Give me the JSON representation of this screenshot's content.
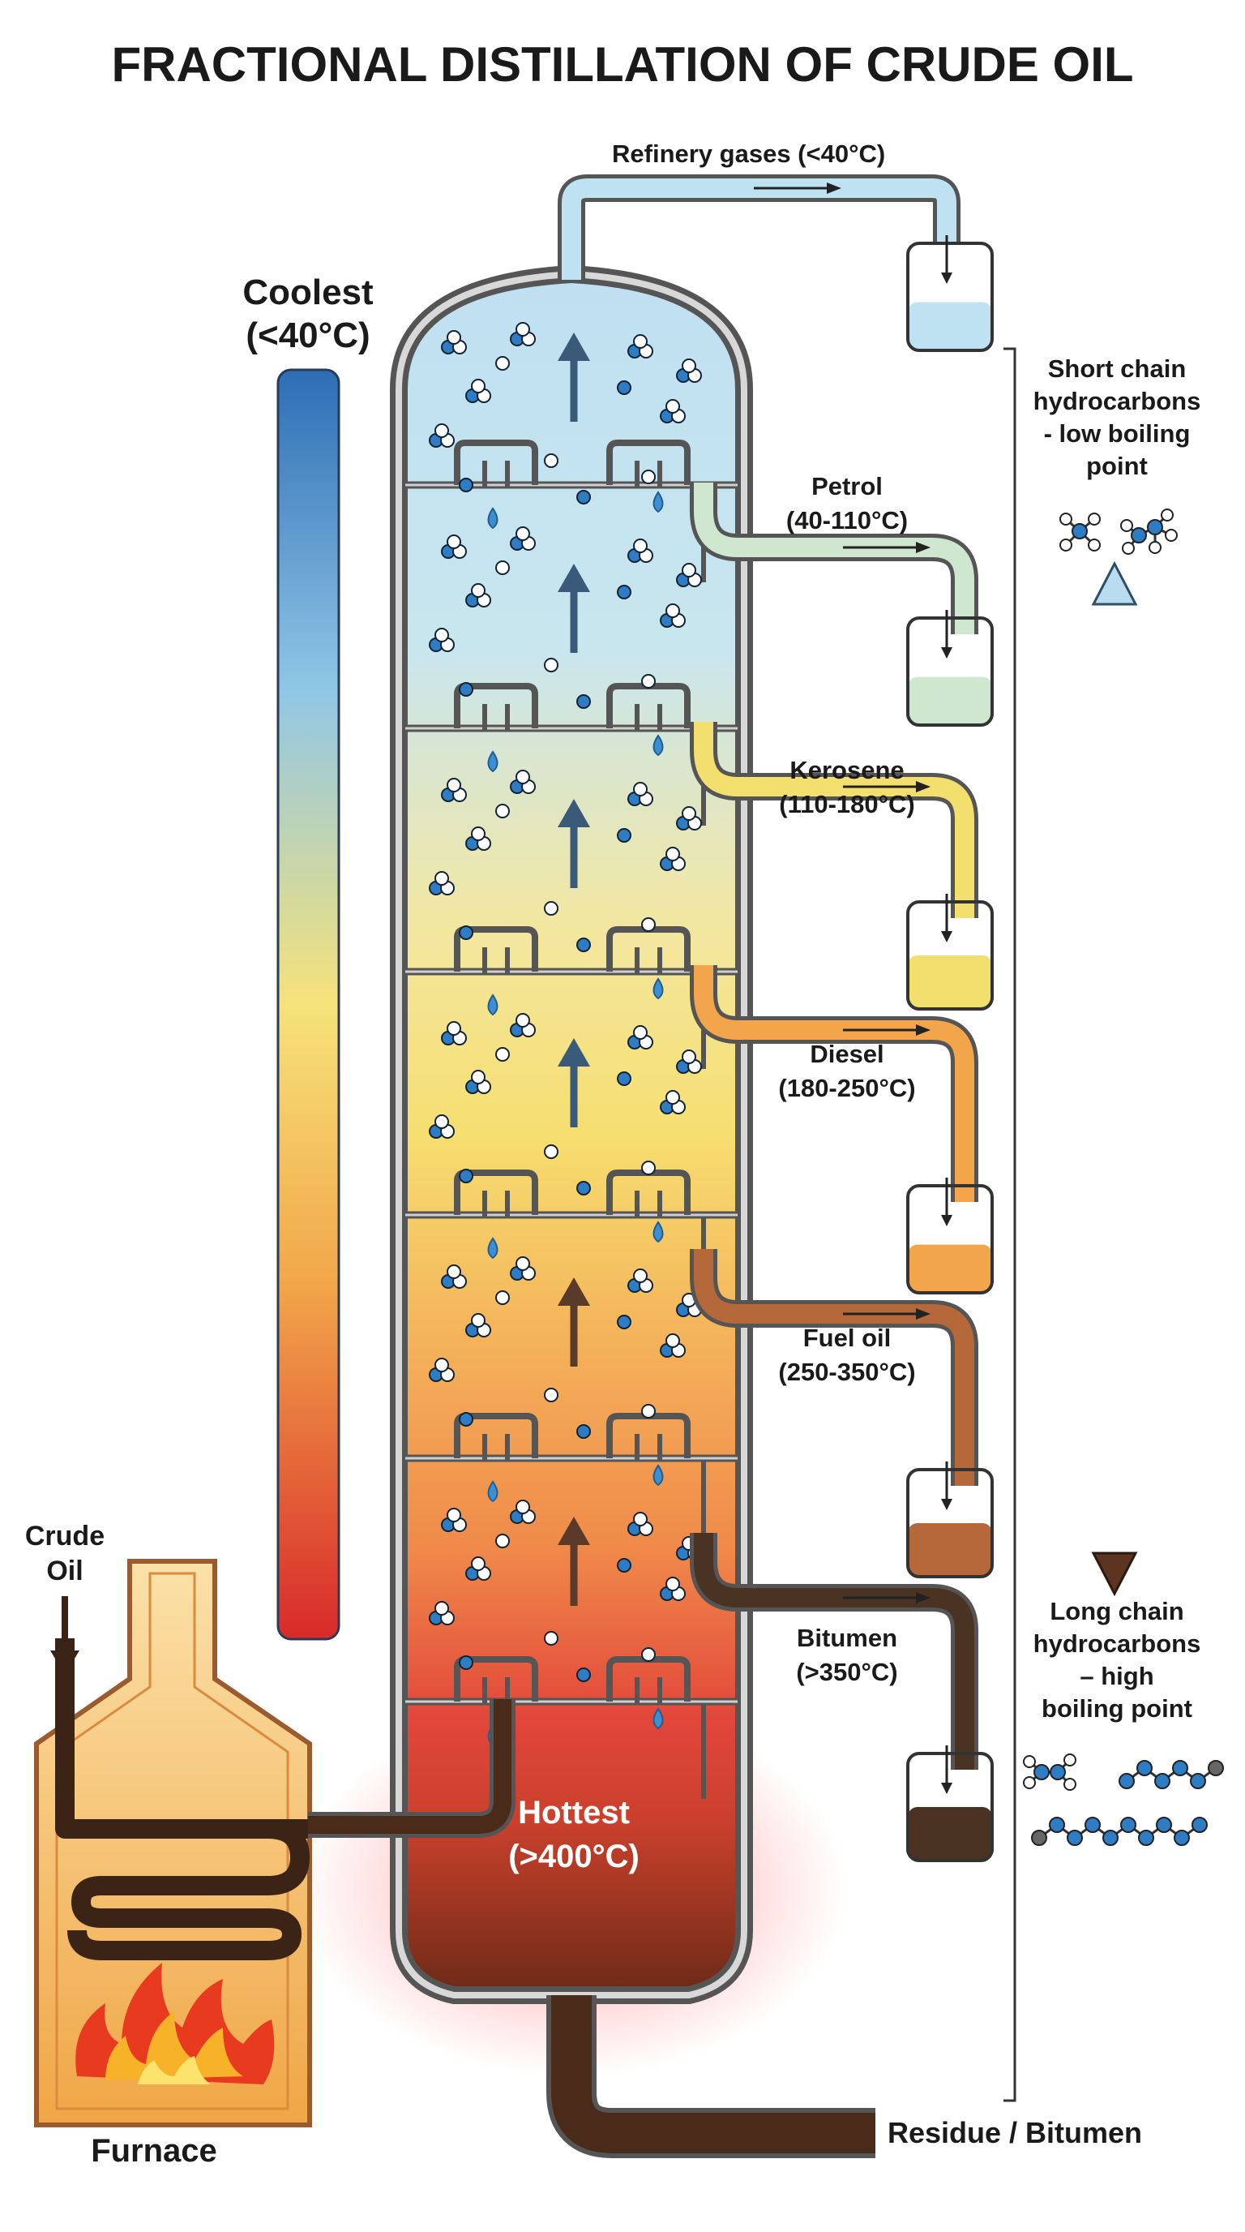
{
  "title": "FRACTIONAL DISTILLATION OF CRUDE OIL",
  "gradient_bar": {
    "top_label_line1": "Coolest",
    "top_label_line2": "(<40°C)",
    "colors": [
      "#2d6db5",
      "#8fc6e6",
      "#f6e27a",
      "#f2a64a",
      "#d82a2a"
    ]
  },
  "column": {
    "hottest_line1": "Hottest",
    "hottest_line2": "(>400°C)"
  },
  "feed": {
    "crude_line1": "Crude",
    "crude_line2": "Oil",
    "furnace": "Furnace"
  },
  "products": [
    {
      "name": "Refinery gases (<40°C)",
      "line1": "Refinery gases (<40°C)",
      "line2": "",
      "color": "#bfe2f3",
      "fill_level": 0.45
    },
    {
      "name": "Petrol",
      "line1": "Petrol",
      "line2": "(40-110°C)",
      "color": "#cfe6cf",
      "fill_level": 0.45
    },
    {
      "name": "Kerosene",
      "line1": "Kerosene",
      "line2": "(110-180°C)",
      "color": "#f3df6e",
      "fill_level": 0.5
    },
    {
      "name": "Diesel",
      "line1": "Diesel",
      "line2": "(180-250°C)",
      "color": "#f2a54b",
      "fill_level": 0.45
    },
    {
      "name": "Fuel oil",
      "line1": "Fuel oil",
      "line2": "(250-350°C)",
      "color": "#b5683a",
      "fill_level": 0.5
    },
    {
      "name": "Bitumen",
      "line1": "Bitumen",
      "line2": "(>350°C)",
      "color": "#4a3322",
      "fill_level": 0.5
    }
  ],
  "residue": "Residue / Bitumen",
  "right_scale": {
    "short_line1": "Short chain",
    "short_line2": "hydrocarbons",
    "short_line3": "- low boiling",
    "short_line4": "point",
    "long_line1": "Long chain",
    "long_line2": "hydrocarbons",
    "long_line3": "– high",
    "long_line4": "boiling point"
  },
  "icons": {
    "tray_caps": "bubble-cap-icon",
    "droplet": "condensate-droplet-icon",
    "molecule": "molecule-icon",
    "flame": "flame-icon"
  }
}
